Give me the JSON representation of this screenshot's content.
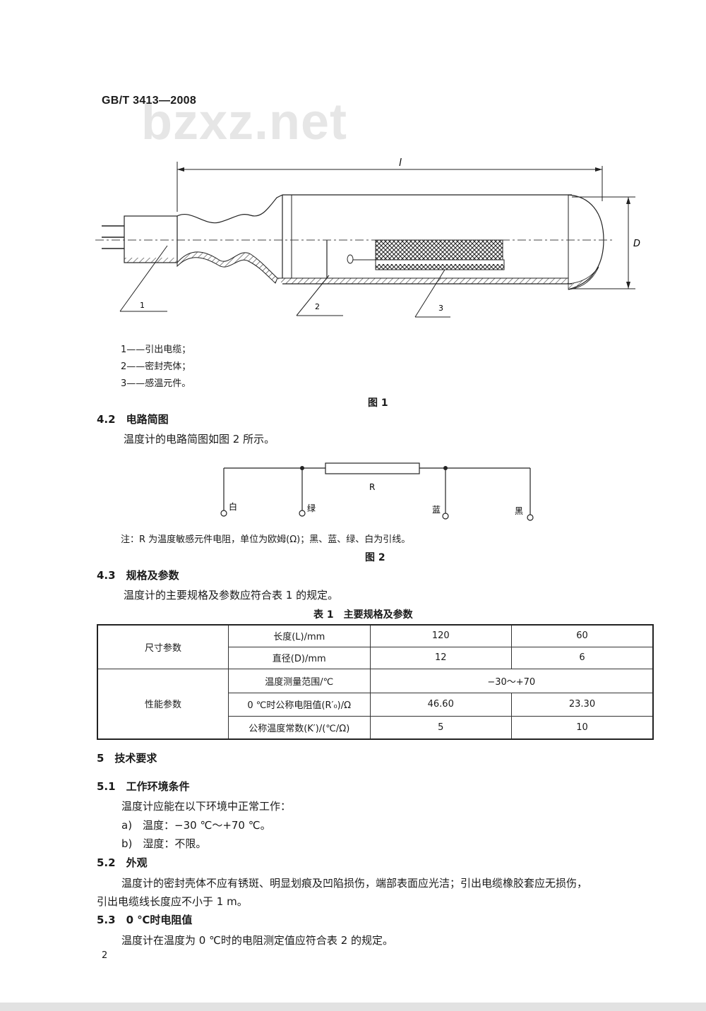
{
  "header": {
    "standard_no": "GB/T 3413—2008",
    "watermark": "bzxz.net"
  },
  "figure1": {
    "dim_length": "l",
    "dim_diameter": "D",
    "callouts": [
      "1",
      "2",
      "3"
    ],
    "legend": [
      "1——引出电缆；",
      "2——密封壳体；",
      "3——感温元件。"
    ],
    "caption": "图 1"
  },
  "section_4_2": {
    "heading": "4.2　电路简图",
    "body": "温度计的电路简图如图 2 所示。"
  },
  "figure2": {
    "resistor_label": "R",
    "terminals": [
      "白",
      "绿",
      "蓝",
      "黑"
    ],
    "note": "注：R 为温度敏感元件电阻，单位为欧姆(Ω)；黑、蓝、绿、白为引线。",
    "caption": "图 2"
  },
  "section_4_3": {
    "heading": "4.3　规格及参数",
    "body": "温度计的主要规格及参数应符合表 1 的规定。",
    "table_caption": "表 1　主要规格及参数"
  },
  "table1": {
    "group_size": "尺寸参数",
    "group_perf": "性能参数",
    "rows": [
      {
        "param": "长度(L)/mm",
        "v1": "120",
        "v2": "60"
      },
      {
        "param": "直径(D)/mm",
        "v1": "12",
        "v2": "6"
      },
      {
        "param": "温度测量范围/℃",
        "merged": "−30～+70"
      },
      {
        "param": "0 ℃时公称电阻值(R′₀)/Ω",
        "v1": "46.60",
        "v2": "23.30"
      },
      {
        "param": "公称温度常数(K′)/(℃/Ω)",
        "v1": "5",
        "v2": "10"
      }
    ]
  },
  "section_5": {
    "heading": "5　技术要求",
    "s5_1_heading": "5.1　工作环境条件",
    "s5_1_body": "温度计应能在以下环境中正常工作：",
    "s5_1_a": "a)　温度：−30 ℃～+70 ℃。",
    "s5_1_b": "b)　湿度：不限。",
    "s5_2_heading": "5.2　外观",
    "s5_2_body1": "温度计的密封壳体不应有锈斑、明显划痕及凹陷损伤，端部表面应光洁；引出电缆橡胶套应无损伤，",
    "s5_2_body2": "引出电缆线长度应不小于 1 m。",
    "s5_3_heading": "5.3　0 ℃时电阻值",
    "s5_3_body": "温度计在温度为 0 ℃时的电阻测定值应符合表 2 的规定。"
  },
  "footer": {
    "page_number": "2"
  }
}
